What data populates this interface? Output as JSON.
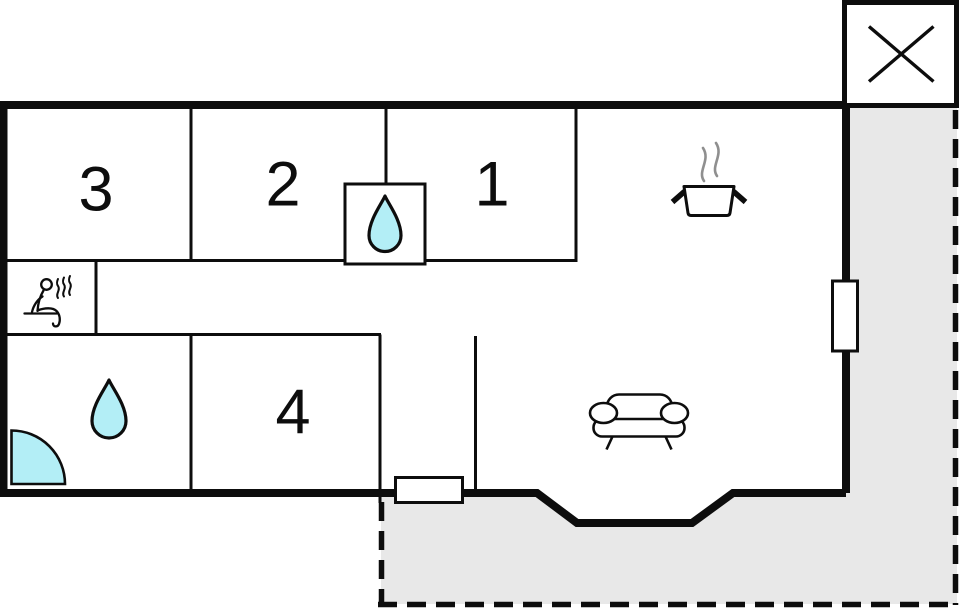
{
  "diagram": {
    "type": "floor-plan",
    "rooms": [
      {
        "id": "room-3",
        "label": "3"
      },
      {
        "id": "room-2",
        "label": "2"
      },
      {
        "id": "room-1",
        "label": "1"
      },
      {
        "id": "room-4",
        "label": "4"
      }
    ],
    "icons": {
      "shower": "water-drop-icon",
      "bathroom": "water-drop-icon",
      "bathroom_door": "door-swing-arc",
      "sauna": "sauna-person-with-steam-icon",
      "kitchen": "steaming-pot-icon",
      "living_room": "sofa-icon",
      "terrace_marker": "crossed-box-icon",
      "windows": "window-rect-icon"
    },
    "colors": {
      "wall": "#0d0d0d",
      "water": "#b3eef6",
      "terrace": "#e8e8e8",
      "steam": "#8f8f8f"
    }
  }
}
